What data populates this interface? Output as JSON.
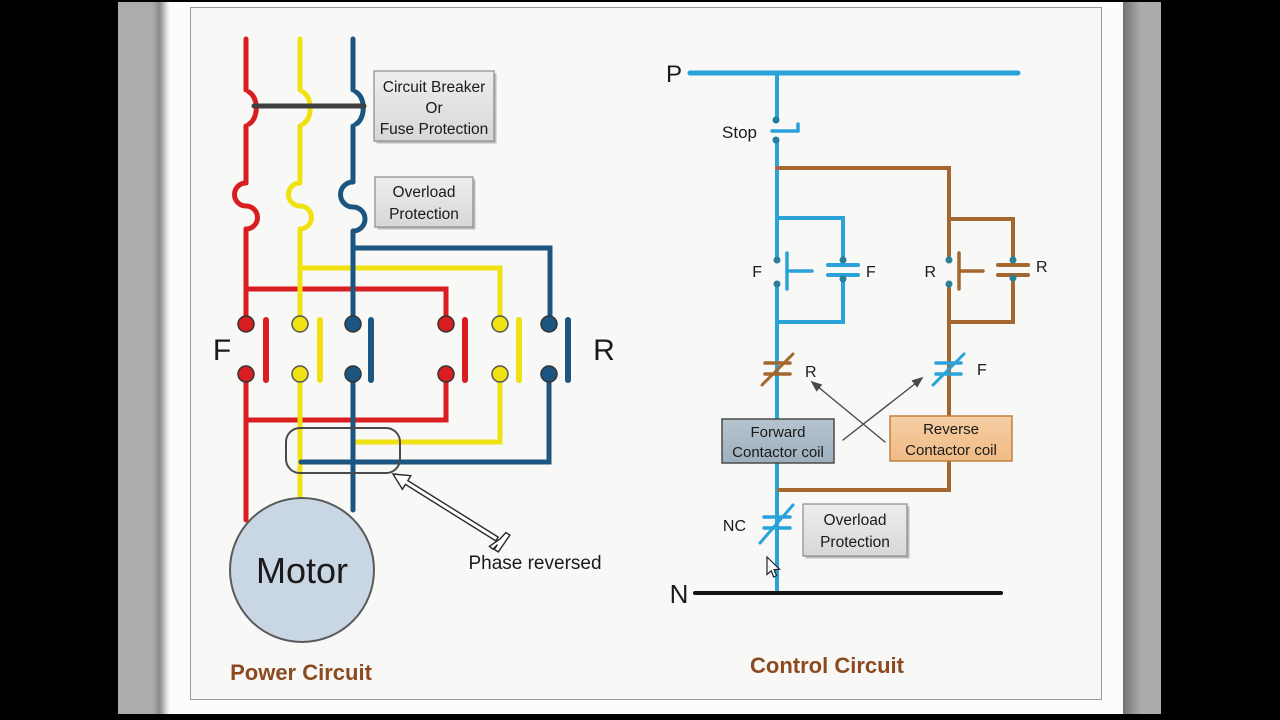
{
  "power": {
    "title": "Power Circuit",
    "breaker_box": {
      "lines": [
        "Circuit Breaker",
        "Or",
        "Fuse Protection"
      ]
    },
    "overload_box": {
      "lines": [
        "Overload",
        "Protection"
      ]
    },
    "forward_label": "F",
    "reverse_label": "R",
    "motor_label": "Motor",
    "phase_reversed": "Phase reversed",
    "colors": {
      "phase_red": "#d81e20",
      "phase_yellow": "#efe112",
      "phase_blue": "#1c5680",
      "motor_fill": "#c9d6e3",
      "title_brown": "#8c4a21"
    }
  },
  "control": {
    "title": "Control Circuit",
    "p_label": "P",
    "n_label": "N",
    "stop_label": "Stop",
    "forward_contact_label": "F",
    "forward_holding_label": "F",
    "reverse_contact_label": "R",
    "reverse_holding_label": "R",
    "reverse_interlock_label": "R",
    "forward_interlock_label": "F",
    "nc_label": "NC",
    "forward_coil_box": {
      "lines": [
        "Forward",
        "Contactor coil"
      ]
    },
    "reverse_coil_box": {
      "lines": [
        "Reverse",
        "Contactor coil"
      ]
    },
    "overload_box": {
      "lines": [
        "Overload",
        "Protection"
      ]
    },
    "colors": {
      "control_line": "#29a3d9",
      "reverse_line": "#a4682f",
      "neutral_line": "#111111"
    }
  }
}
